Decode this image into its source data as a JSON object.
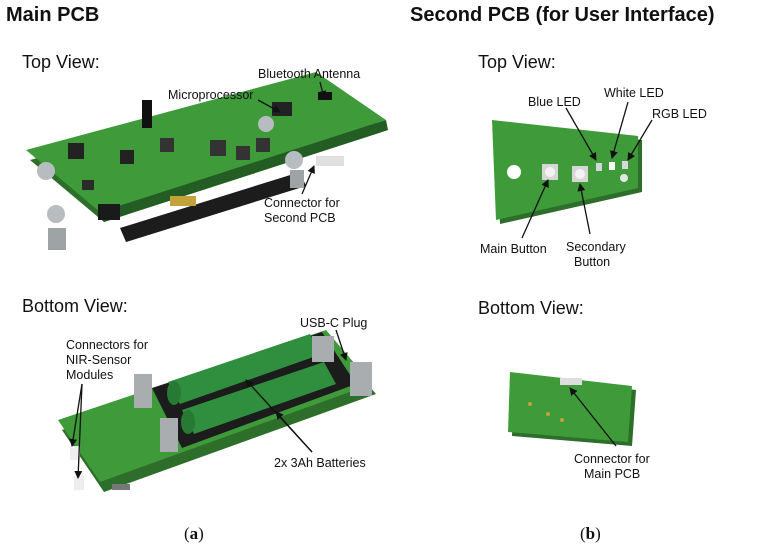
{
  "left": {
    "title": "Main PCB",
    "top_view": "Top View:",
    "bottom_view": "Bottom View:",
    "labels": {
      "bluetooth_antenna": "Bluetooth Antenna",
      "microprocessor": "Microprocessor",
      "connector_second_l1": "Connector for",
      "connector_second_l2": "Second PCB",
      "connectors_nir_l1": "Connectors for",
      "connectors_nir_l2": "NIR-Sensor",
      "connectors_nir_l3": "Modules",
      "usbc_plug": "USB-C Plug",
      "batteries": "2x 3Ah Batteries"
    },
    "caption_open": "(",
    "caption_letter": "a",
    "caption_close": ")"
  },
  "right": {
    "title": "Second PCB (for User Interface)",
    "top_view": "Top View:",
    "bottom_view": "Bottom View:",
    "labels": {
      "blue_led": "Blue LED",
      "white_led": "White LED",
      "rgb_led": "RGB LED",
      "main_button": "Main Button",
      "secondary_l1": "Secondary",
      "secondary_l2": "Button",
      "connector_main_l1": "Connector for",
      "connector_main_l2": "Main PCB"
    },
    "caption_open": "(",
    "caption_letter": "b",
    "caption_close": ")"
  },
  "colors": {
    "pcb_green": "#3f9a3a",
    "pcb_dark": "#2c6e2a",
    "battery_green": "#2f8f3e",
    "holder_black": "#1c1c1c",
    "connector_grey": "#a9adb0"
  }
}
